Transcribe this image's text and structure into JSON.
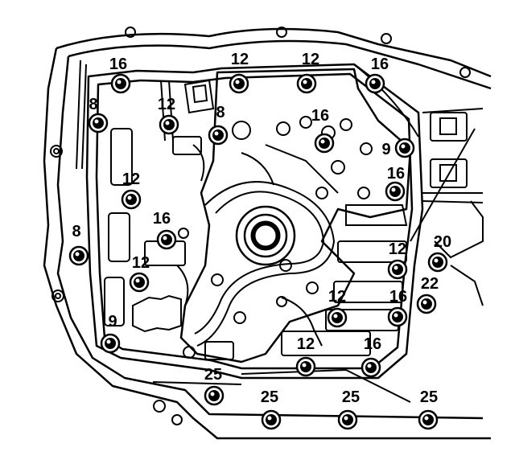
{
  "diagram": {
    "stroke_color": "#000000",
    "background_color": "#ffffff",
    "bolt_labels": [
      {
        "id": "b1",
        "text": "16"
      },
      {
        "id": "b2",
        "text": "12"
      },
      {
        "id": "b3",
        "text": "12"
      },
      {
        "id": "b4",
        "text": "16"
      },
      {
        "id": "b5",
        "text": "8"
      },
      {
        "id": "b6",
        "text": "12"
      },
      {
        "id": "b7",
        "text": "8"
      },
      {
        "id": "b8",
        "text": "16"
      },
      {
        "id": "b9",
        "text": "9"
      },
      {
        "id": "b10",
        "text": "16"
      },
      {
        "id": "b11",
        "text": "12"
      },
      {
        "id": "b12",
        "text": "16"
      },
      {
        "id": "b13",
        "text": "8"
      },
      {
        "id": "b14",
        "text": "12"
      },
      {
        "id": "b15",
        "text": "20"
      },
      {
        "id": "b16",
        "text": "12"
      },
      {
        "id": "b17",
        "text": "22"
      },
      {
        "id": "b18",
        "text": "12"
      },
      {
        "id": "b19",
        "text": "16"
      },
      {
        "id": "b20",
        "text": "9"
      },
      {
        "id": "b21",
        "text": "12"
      },
      {
        "id": "b22",
        "text": "16"
      },
      {
        "id": "b23",
        "text": "25"
      },
      {
        "id": "b24",
        "text": "25"
      },
      {
        "id": "b25",
        "text": "25"
      },
      {
        "id": "b26",
        "text": "25"
      }
    ]
  }
}
